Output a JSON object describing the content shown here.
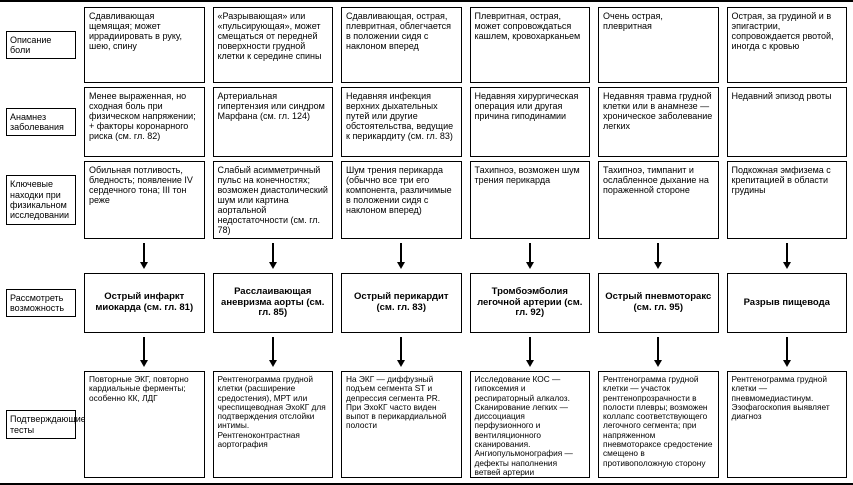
{
  "row_labels": {
    "pain": "Описание боли",
    "history": "Анамнез заболевания",
    "findings": "Ключевые находки при физикальном исследовании",
    "consider": "Рассмотреть возможность",
    "tests": "Подтверждающие тесты"
  },
  "columns": [
    {
      "pain": "Сдавливающая щемящая; может иррадиировать в руку, шею, спину",
      "history": "Менее выраженная, но сходная боль при физическом напряжении; + факторы коронарного риска (см. гл. 82)",
      "findings": "Обильная потливость, бледность; появление IV сердечного тона; III тон реже",
      "diagnosis": "Острый инфаркт миокарда (см. гл. 81)",
      "tests": "Повторные ЭКГ, повторно кардиальные ферменты; особенно КК, ЛДГ"
    },
    {
      "pain": "«Разрывающая» или «пульсирующая», может смещаться от передней поверхности грудной клетки к середине спины",
      "history": "Артериальная гипертензия или синдром Марфана (см. гл. 124)",
      "findings": "Слабый асимметричный пульс на конечностях; возможен диастолический шум или картина аортальной недостаточности (см. гл. 78)",
      "diagnosis": "Расслаивающая аневризма аорты (см. гл. 85)",
      "tests": "Рентгенограмма грудной клетки (расширение средостения), МРТ или чреспищеводная ЭхоКГ для подтверждения отслойки интимы. Рентгеноконтрастная аортография"
    },
    {
      "pain": "Сдавливающая, острая, плевритная, облегчается в положении сидя с наклоном вперед",
      "history": "Недавняя инфекция верхних дыхательных путей или другие обстоятельства, ведущие к перикардиту (см. гл. 83)",
      "findings": "Шум трения перикарда (обычно все три его компонента, различимые в положении сидя с наклоном вперед)",
      "diagnosis": "Острый перикардит (см. гл. 83)",
      "tests": "На ЭКГ — диффузный подъем сегмента ST и депрессия сегмента PR. При ЭхоКГ часто виден выпот в перикардиальной полости"
    },
    {
      "pain": "Плевритная, острая, может сопровождаться кашлем, кровохарканьем",
      "history": "Недавняя хирургическая операция или другая причина гиподинамии",
      "findings": "Тахипноэ, возможен шум трения перикарда",
      "diagnosis": "Тромбоэмболия легочной артерии (см. гл. 92)",
      "tests": "Исследование КОС — гипоксемия и респираторный алкалоз. Сканирование легких — диссоциация перфузионного и вентиляционного сканирования. Ангиопульмонография — дефекты наполнения ветвей артерии"
    },
    {
      "pain": "Очень острая, плевритная",
      "history": "Недавняя травма грудной клетки или в анамнезе — хроническое заболевание легких",
      "findings": "Тахипноэ, тимпанит и ослабленное дыхание на пораженной стороне",
      "diagnosis": "Острый пневмоторакс (см. гл. 95)",
      "tests": "Рентгенограмма грудной клетки — участок рентгенопрозрачности в полости плевры; возможен коллапс соответствующего легочного сегмента; при напряженном пневмотораксе средостение смещено в противоположную сторону"
    },
    {
      "pain": "Острая, за грудиной и в эпигастрии, сопровождается рвотой, иногда с кровью",
      "history": "Недавний эпизод рвоты",
      "findings": "Подкожная эмфизема с крепитацией в области грудины",
      "diagnosis": "Разрыв пищевода",
      "tests": "Рентгенограмма грудной клетки — пневмомедиастинум. Эзофагоскопия выявляет диагноз"
    }
  ]
}
